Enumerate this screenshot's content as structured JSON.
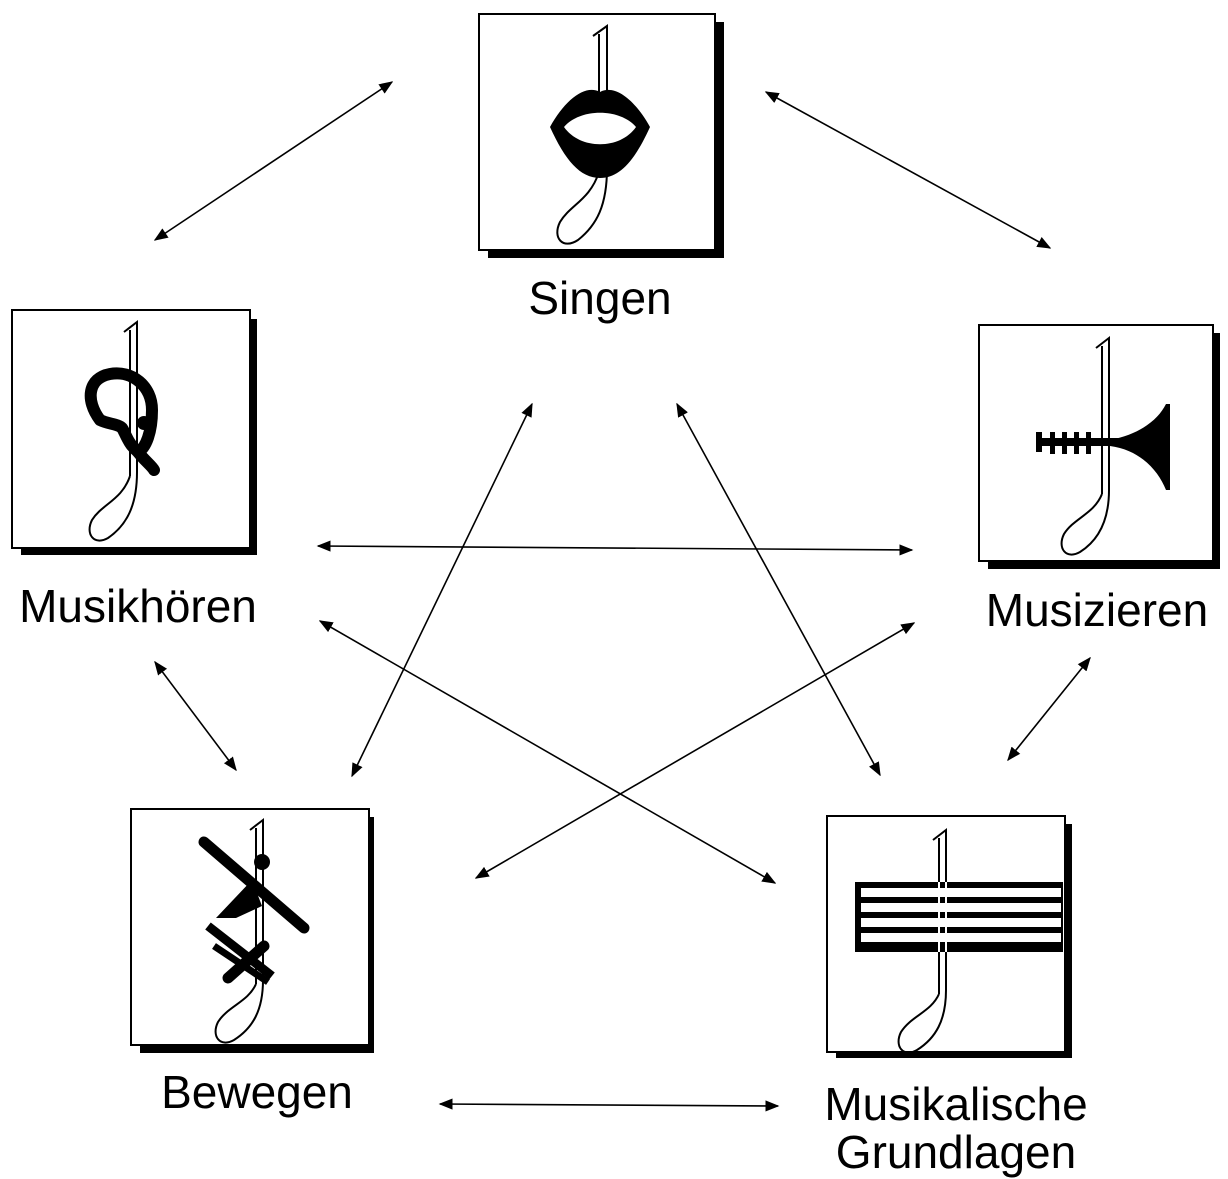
{
  "nodes": {
    "singen": {
      "label": "Singen",
      "icon": "mouth-icon"
    },
    "musikhoeren": {
      "label": "Musikhören",
      "icon": "ear-icon"
    },
    "musizieren": {
      "label": "Musizieren",
      "icon": "trumpet-icon"
    },
    "bewegen": {
      "label": "Bewegen",
      "icon": "movement-icon"
    },
    "grundlagen": {
      "label_line1": "Musikalische",
      "label_line2": "Grundlagen",
      "icon": "staff-lines-icon"
    }
  },
  "connections": [
    [
      "singen",
      "musikhoeren"
    ],
    [
      "singen",
      "musizieren"
    ],
    [
      "singen",
      "bewegen"
    ],
    [
      "singen",
      "grundlagen"
    ],
    [
      "musikhoeren",
      "musizieren"
    ],
    [
      "musikhoeren",
      "bewegen"
    ],
    [
      "musikhoeren",
      "grundlagen"
    ],
    [
      "musizieren",
      "bewegen"
    ],
    [
      "musizieren",
      "grundlagen"
    ],
    [
      "bewegen",
      "grundlagen"
    ]
  ],
  "colors": {
    "ink": "#000000",
    "paper": "#ffffff"
  }
}
